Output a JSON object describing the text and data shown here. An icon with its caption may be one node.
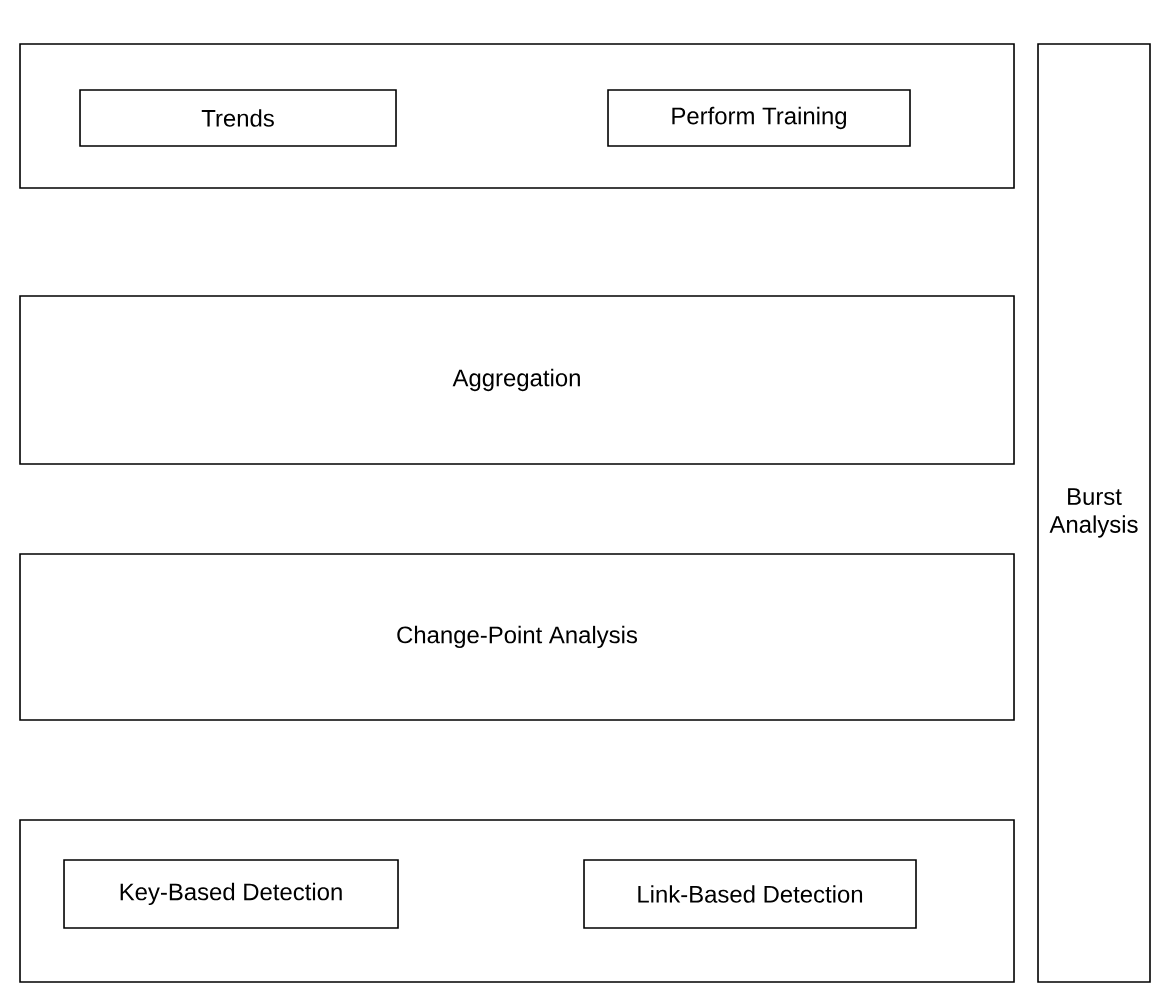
{
  "diagram": {
    "nodes": [
      {
        "text": [],
        "shape": "box"
      },
      {
        "text": [
          "Trends"
        ],
        "in": 0
      },
      {
        "text": [
          "Perform Training"
        ],
        "in": 0
      },
      {
        "text": [
          "Aggregation"
        ]
      },
      {
        "text": [
          "Change-Point Analysis"
        ]
      },
      {
        "text": [],
        "shape": "box"
      },
      {
        "text": [
          "Key-Based Detection"
        ],
        "in": 5
      },
      {
        "text": [
          "Link-Based Detection"
        ],
        "in": 5
      },
      {
        "text": [
          "Burst Analysis"
        ]
      }
    ]
  }
}
